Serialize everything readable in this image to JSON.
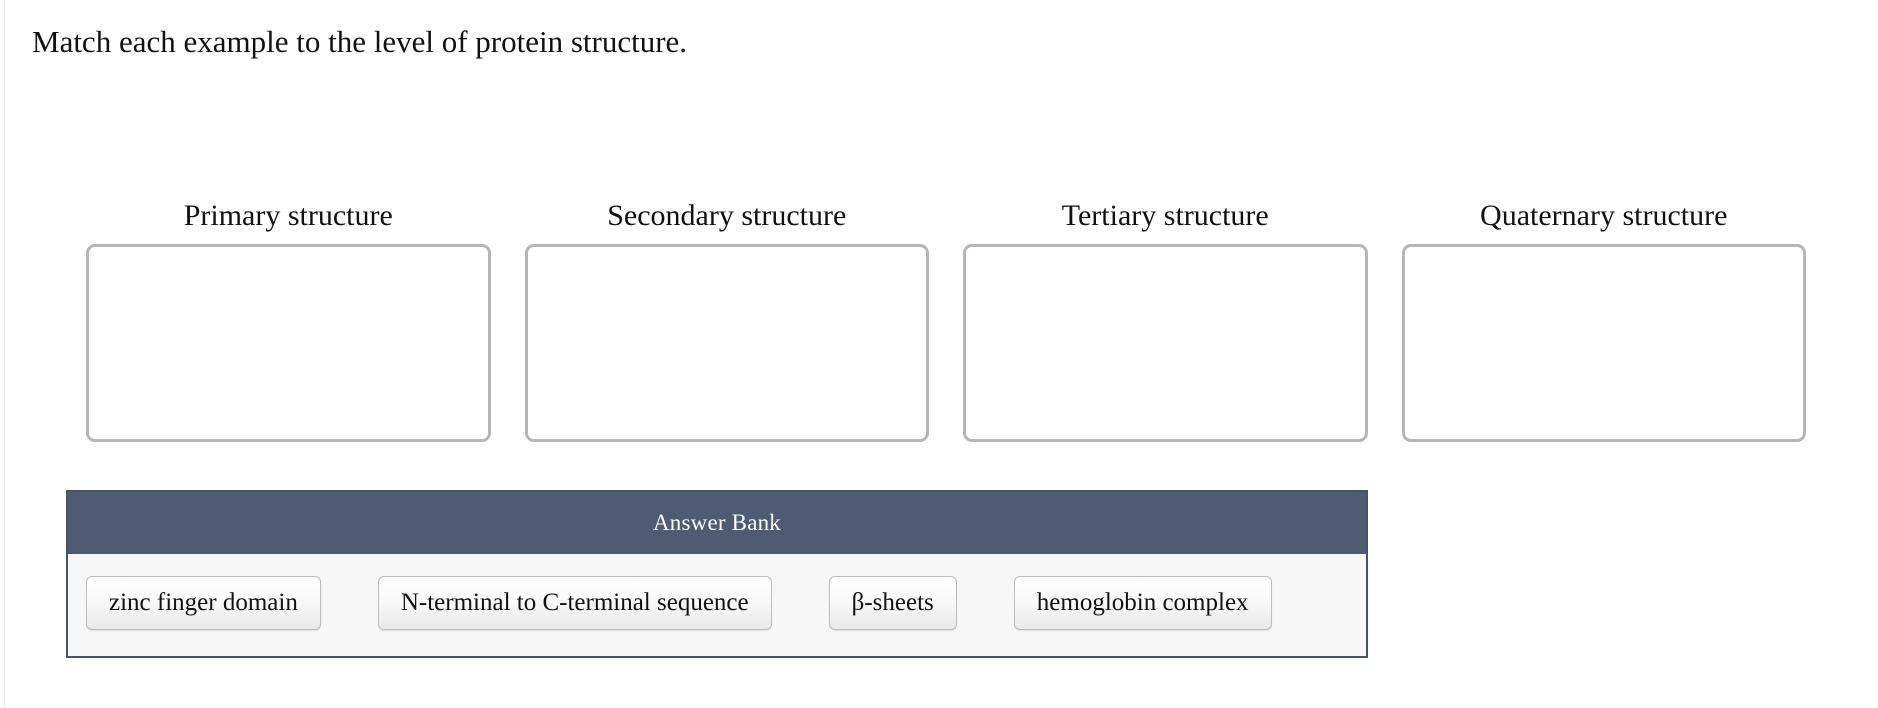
{
  "prompt": {
    "text": "Match each example to the level of protein structure."
  },
  "targets": [
    {
      "label": "Primary structure",
      "dropzone_name": "dropzone-primary-structure",
      "contents": []
    },
    {
      "label": "Secondary structure",
      "dropzone_name": "dropzone-secondary-structure",
      "contents": []
    },
    {
      "label": "Tertiary structure",
      "dropzone_name": "dropzone-tertiary-structure",
      "contents": []
    },
    {
      "label": "Quaternary structure",
      "dropzone_name": "dropzone-quaternary-structure",
      "contents": []
    }
  ],
  "answer_bank": {
    "title": "Answer Bank",
    "tokens": [
      {
        "label": "zinc finger domain"
      },
      {
        "label": "N-terminal to C-terminal sequence"
      },
      {
        "label": "β-sheets"
      },
      {
        "label": "hemoglobin complex"
      }
    ]
  },
  "colors": {
    "header_bar": "#4e5b72",
    "bank_border": "#46536a",
    "bank_body": "#f7f7f7",
    "dropzone_border": "#b6b6b6",
    "token_border": "#bdbdbd",
    "page_background": "#ffffff",
    "text": "#111111",
    "header_text": "#ffffff"
  }
}
